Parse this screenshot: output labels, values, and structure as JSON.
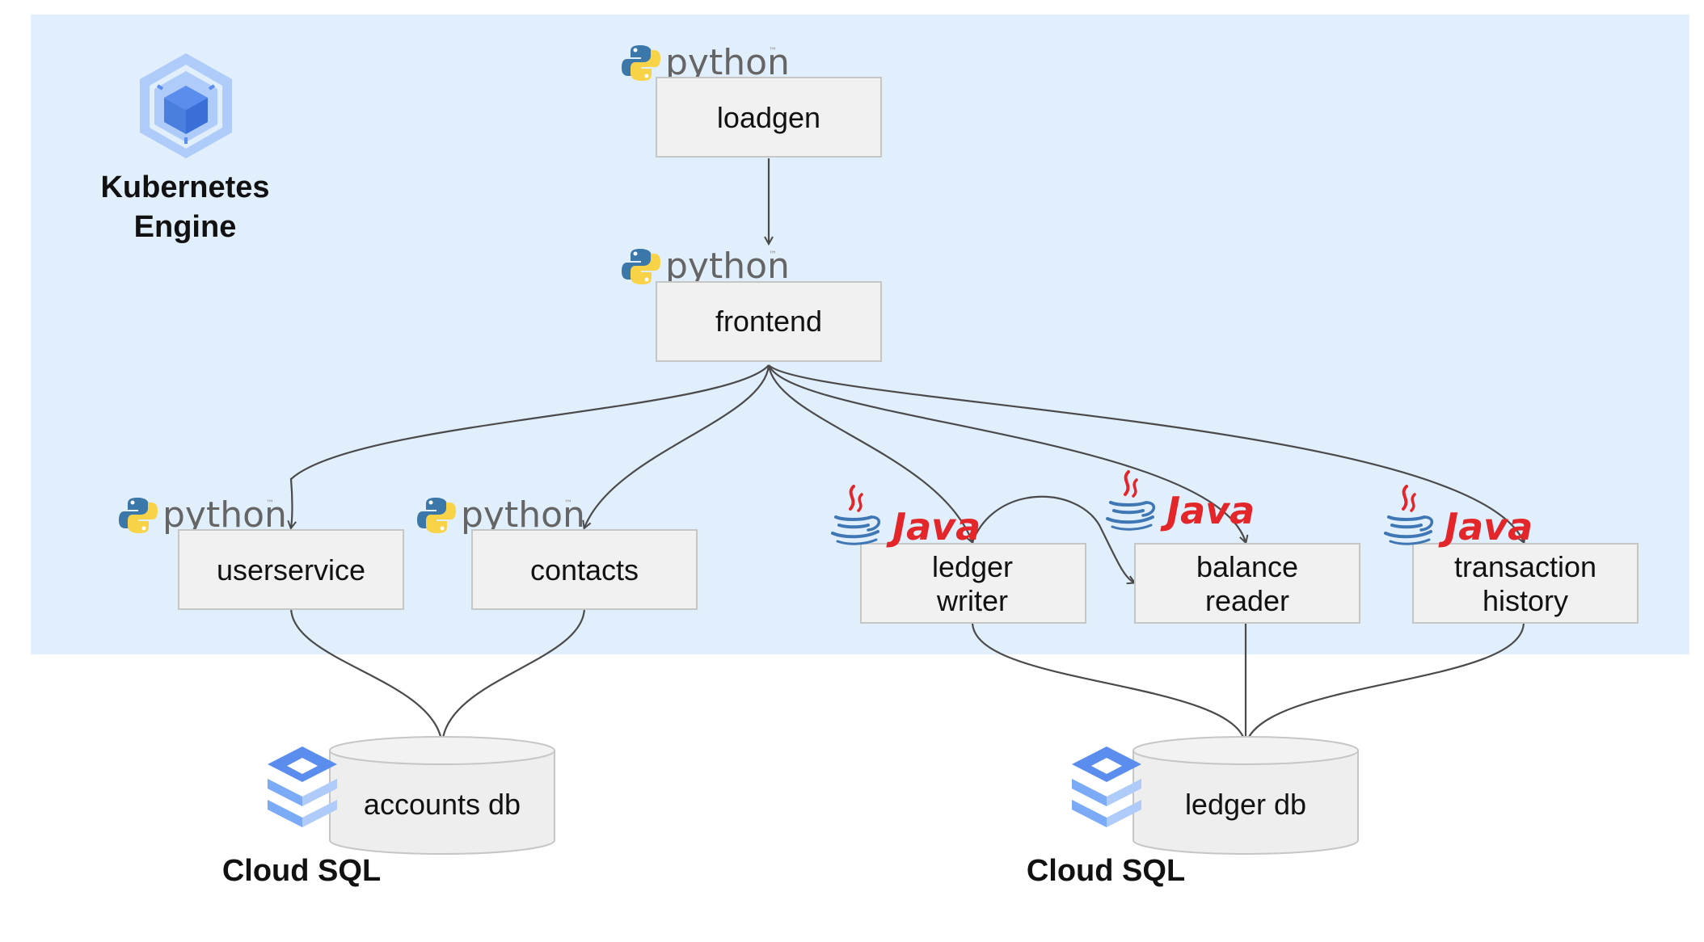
{
  "cluster": {
    "title_line1": "Kubernetes",
    "title_line2": "Engine",
    "background": "#e1eefc"
  },
  "languages": {
    "python": "python",
    "java": "Java",
    "tm": "™"
  },
  "services": {
    "loadgen": {
      "label": "loadgen",
      "language": "python"
    },
    "frontend": {
      "label": "frontend",
      "language": "python"
    },
    "userservice": {
      "label": "userservice",
      "language": "python"
    },
    "contacts": {
      "label": "contacts",
      "language": "python"
    },
    "ledgerwriter": {
      "line1": "ledger",
      "line2": "writer",
      "language": "java"
    },
    "balancereader": {
      "line1": "balance",
      "line2": "reader",
      "language": "java"
    },
    "transactionhistory": {
      "line1": "transaction",
      "line2": "history",
      "language": "java"
    }
  },
  "databases": {
    "accounts": {
      "label": "accounts db",
      "provider": "Cloud SQL"
    },
    "ledger": {
      "label": "ledger db",
      "provider": "Cloud SQL"
    }
  },
  "edges": [
    {
      "from": "loadgen",
      "to": "frontend"
    },
    {
      "from": "frontend",
      "to": "userservice"
    },
    {
      "from": "frontend",
      "to": "contacts"
    },
    {
      "from": "frontend",
      "to": "ledgerwriter"
    },
    {
      "from": "frontend",
      "to": "balancereader"
    },
    {
      "from": "frontend",
      "to": "transactionhistory"
    },
    {
      "from": "ledgerwriter",
      "to": "balancereader"
    },
    {
      "from": "userservice",
      "to": "accounts db"
    },
    {
      "from": "contacts",
      "to": "accounts db"
    },
    {
      "from": "ledgerwriter",
      "to": "ledger db"
    },
    {
      "from": "balancereader",
      "to": "ledger db"
    },
    {
      "from": "transactionhistory",
      "to": "ledger db"
    }
  ],
  "icons": {
    "kubernetes": "kubernetes-engine-icon",
    "cloudsql": "cloud-sql-icon",
    "python": "python-logo-icon",
    "java": "java-logo-icon"
  },
  "colors": {
    "python_blue": "#3b77a8",
    "python_yellow": "#f8d347",
    "java_red": "#e3262a",
    "java_blue": "#3f77b4",
    "gcp_blue": "#5b8def",
    "gcp_light": "#aecbfa"
  }
}
